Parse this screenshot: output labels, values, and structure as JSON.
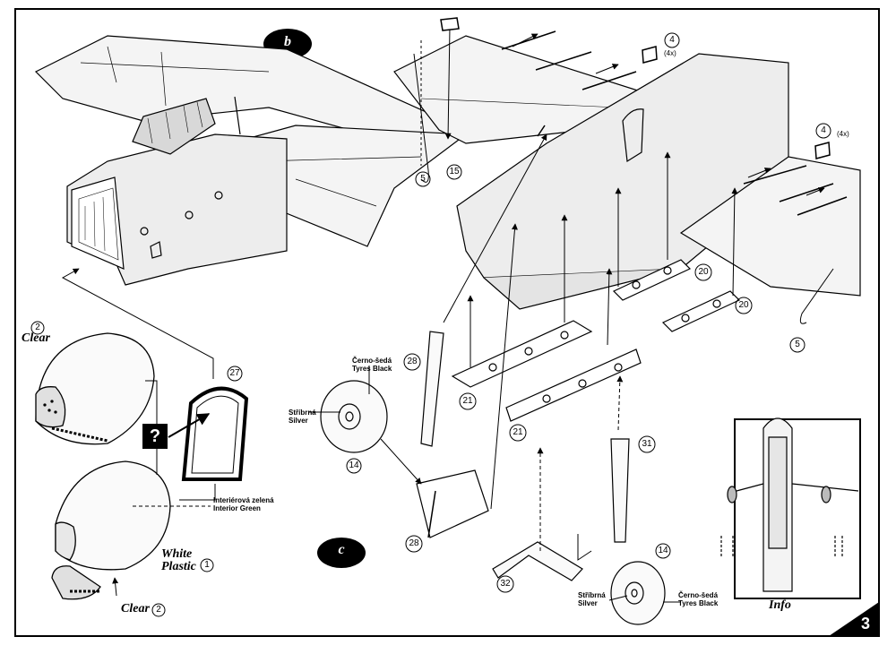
{
  "steps": {
    "b": "b",
    "c": "c"
  },
  "page_number": "3",
  "notes": {
    "clear_top": "Clear",
    "white_plastic": "White\nPlastic",
    "clear_bottom": "Clear",
    "info": "Info",
    "question_mark": "?"
  },
  "callouts": {
    "interior_cz": "Interiérová zelená",
    "interior_en": "Interior Green",
    "tyres_cz_1": "Černo-šedá",
    "tyres_en_1": "Tyres Black",
    "silver_cz_1": "Stříbrná",
    "silver_en_1": "Silver",
    "tyres_cz_2": "Černo-šedá",
    "tyres_en_2": "Tyres Black",
    "silver_cz_2": "Stříbrná",
    "silver_en_2": "Silver",
    "qty_4x_a": "(4x)",
    "qty_4x_b": "(4x)"
  },
  "part_numbers": {
    "p2_top": "2",
    "p27": "27",
    "p1": "1",
    "p2_bottom": "2",
    "p4_a": "4",
    "p4_b": "4",
    "p5_a": "5",
    "p15": "15",
    "p5_b": "5",
    "p20_a": "20",
    "p20_b": "20",
    "p21_a": "21",
    "p21_b": "21",
    "p28_a": "28",
    "p14_a": "14",
    "p28_b": "28",
    "p31": "31",
    "p14_b": "14",
    "p32": "32"
  }
}
